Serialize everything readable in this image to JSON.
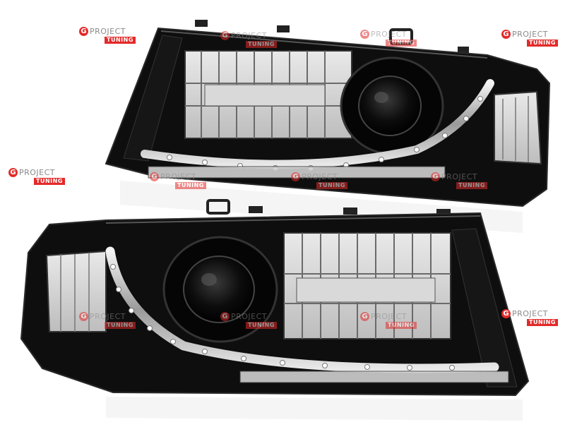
{
  "watermark": {
    "brand": "PROJECT",
    "logo_letter": "G",
    "tag": "TUNING",
    "accent_color": "#e32a2a"
  },
  "product": {
    "item_count": 2,
    "color": "#111111",
    "features": [
      "projector-lens",
      "led-daytime-running-strip",
      "chrome-reflectors"
    ]
  }
}
